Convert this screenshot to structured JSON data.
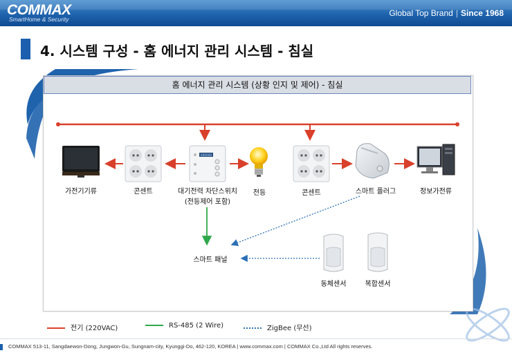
{
  "header": {
    "logo": "COMMAX",
    "logo_sub": "SmartHome & Security",
    "tagline": "Global Top Brand",
    "since": "Since 1968"
  },
  "page_title": "4. 시스템 구성 - 홈 에너지 관리 시스템 - 침실",
  "panel_title": "홈 에너지 관리 시스템 (상황 인지 및 제어) - 침실",
  "devices": {
    "appliance": "가전기기류",
    "outlet1": "콘센트",
    "standby_switch_line1": "대기전력 차단스위치",
    "standby_switch_line2": "(전등제어 포함)",
    "light": "전등",
    "outlet2": "콘센트",
    "smart_plug": "스마트 플러그",
    "it_device": "정보가전류",
    "smart_panel": "스마트 패널",
    "motion_sensor": "동체센서",
    "combo_sensor": "복합센서",
    "display_digits": "888888"
  },
  "legend": {
    "electric": "전기 (220VAC)",
    "rs485": "RS-485 (2 Wire)",
    "zigbee": "ZigBee (무선)"
  },
  "colors": {
    "electric": "#d9402b",
    "rs485": "#2ea74a",
    "zigbee": "#2b6fb6",
    "brand": "#1b5fae"
  },
  "footer": "COMMAX   513-11, Sangdaewon-Dong, Jungwon-Gu, Sungnam-city, Kyunggi-Do, 462-120, KOREA   |   www.commax.com   |   COMMAX Co.,Ltd All rights reserves."
}
